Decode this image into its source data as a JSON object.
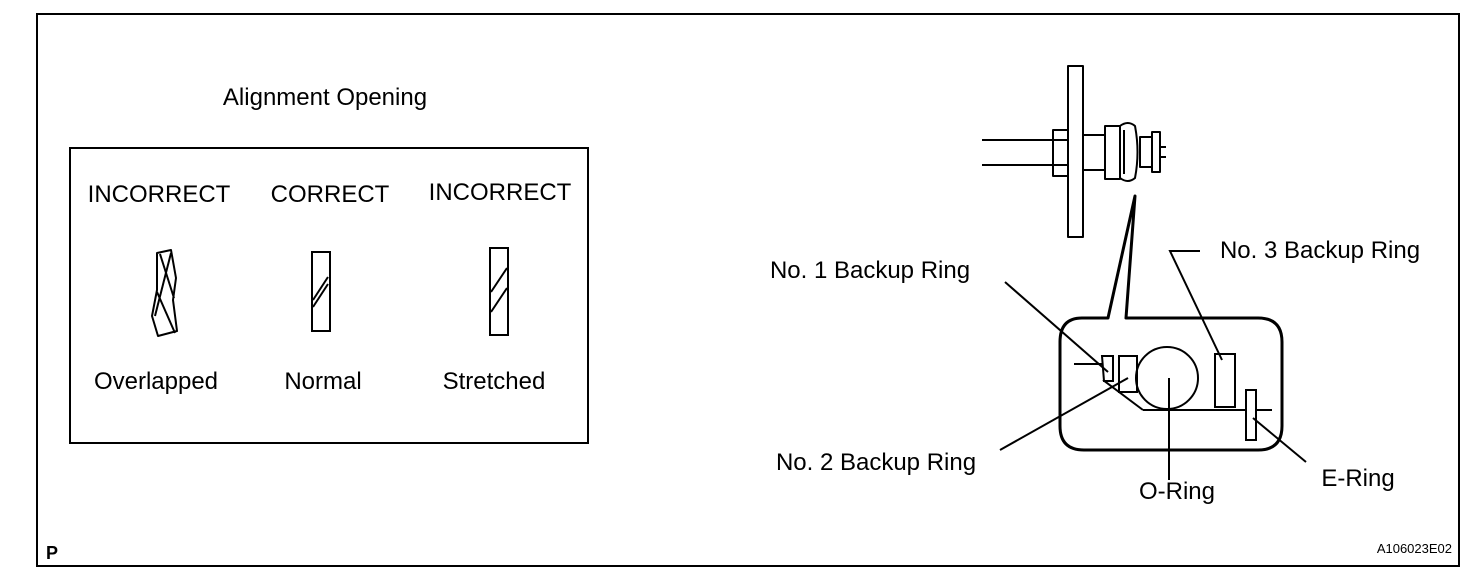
{
  "alignment": {
    "title": "Alignment Opening",
    "columns": [
      {
        "header": "INCORRECT",
        "caption": "Overlapped"
      },
      {
        "header": "CORRECT",
        "caption": "Normal"
      },
      {
        "header": "INCORRECT",
        "caption": "Stretched"
      }
    ]
  },
  "injector": {
    "labels": {
      "backup_ring_1": "No. 1 Backup Ring",
      "backup_ring_2": "No. 2 Backup Ring",
      "backup_ring_3": "No. 3 Backup Ring",
      "o_ring": "O-Ring",
      "e_ring": "E-Ring"
    }
  },
  "footer": {
    "marker": "P",
    "figure_id": "A106023E02"
  }
}
